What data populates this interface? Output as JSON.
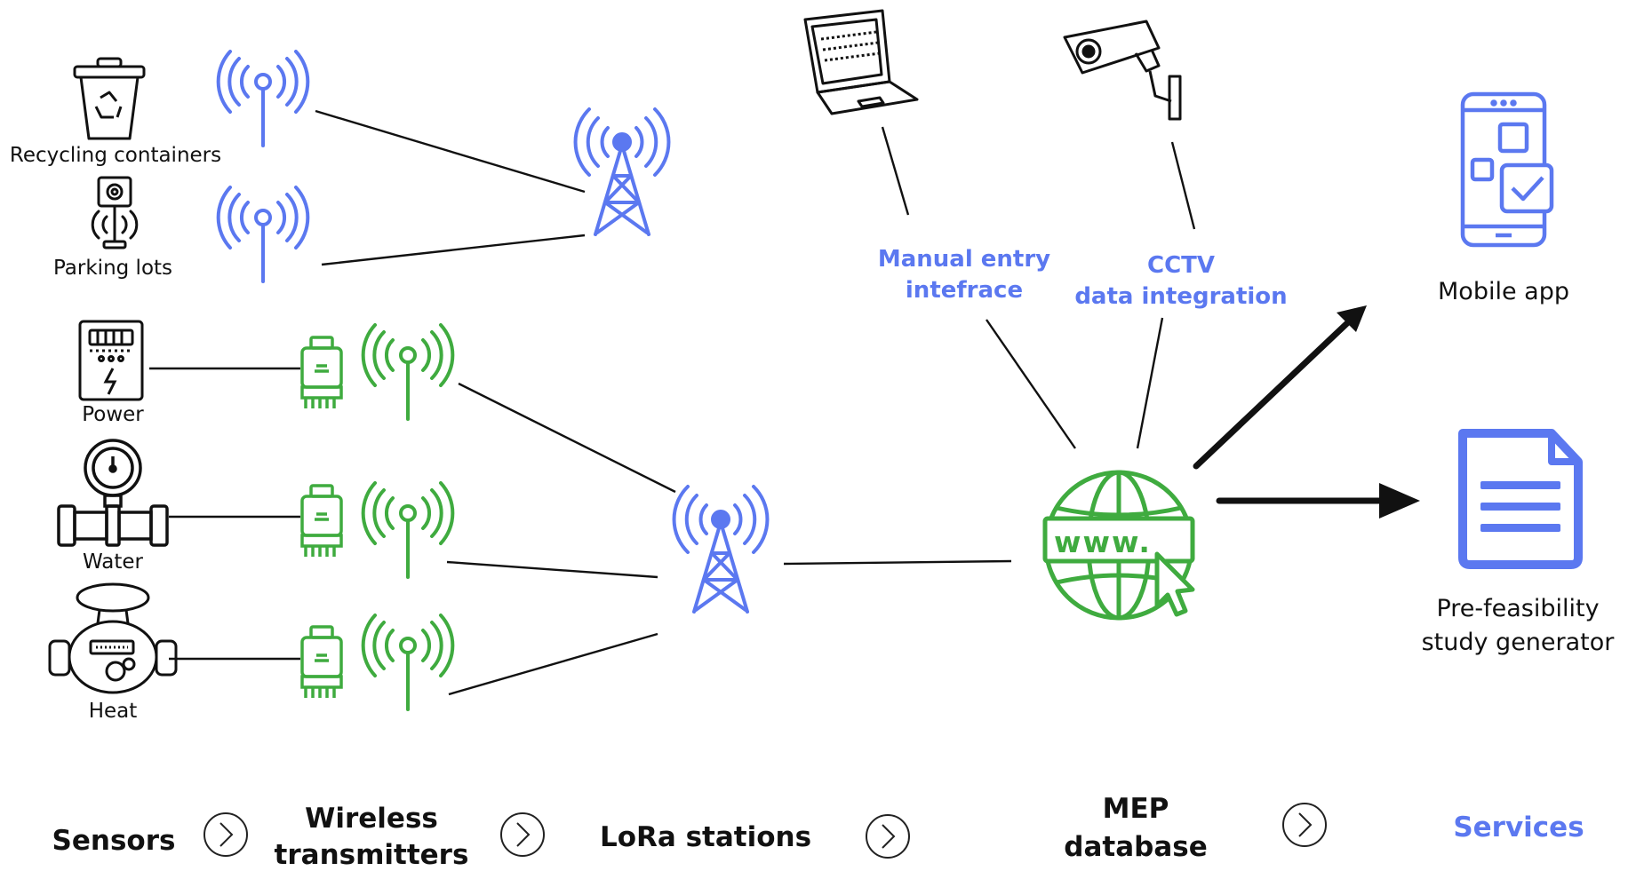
{
  "colors": {
    "blue": "#5b78f0",
    "green": "#3fab3f",
    "line": "#111111"
  },
  "sensors": {
    "recycling": "Recycling containers",
    "parking": "Parking lots",
    "power": "Power",
    "water": "Water",
    "heat": "Heat"
  },
  "inputs": {
    "manual_line1": "Manual entry",
    "manual_line2": "intefrace",
    "cctv_line1": "CCTV",
    "cctv_line2": "data integration"
  },
  "outputs": {
    "mobile": "Mobile app",
    "study_line1": "Pre-feasibility",
    "study_line2": "study generator"
  },
  "globe_text": "www.",
  "pipeline": {
    "sensors": "Sensors",
    "wireless_line1": "Wireless",
    "wireless_line2": "transmitters",
    "lora": "LoRa stations",
    "mep_line1": "MEP",
    "mep_line2": "database",
    "services": "Services"
  }
}
